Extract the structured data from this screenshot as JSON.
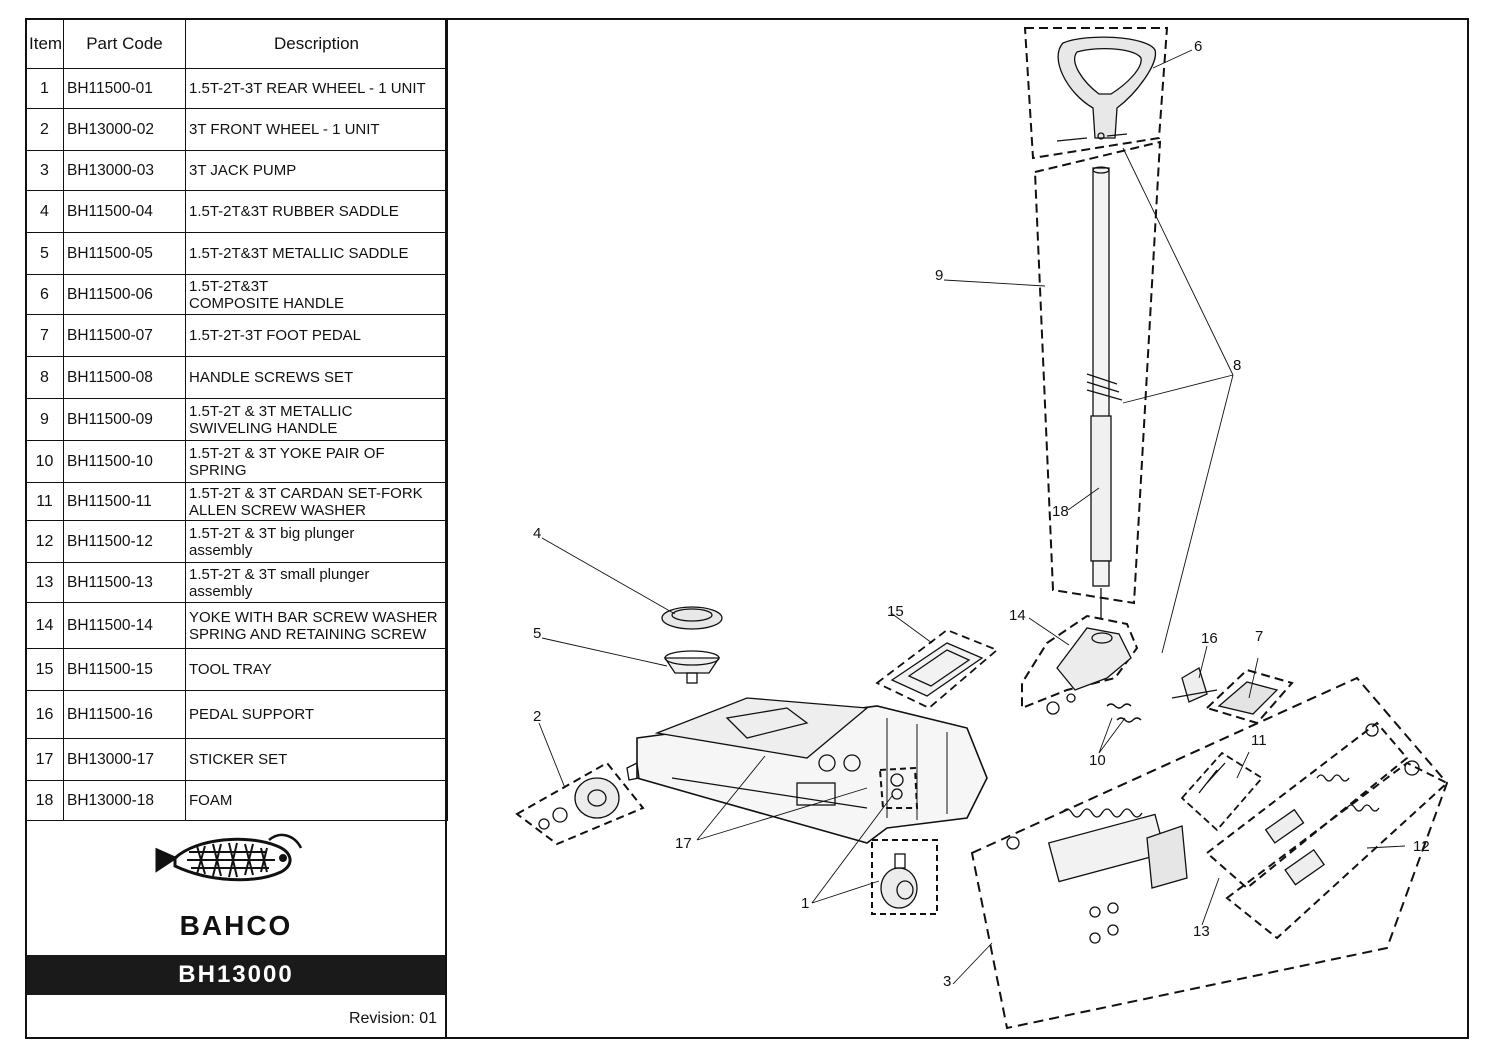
{
  "table": {
    "headers": {
      "item": "Item",
      "code": "Part Code",
      "desc": "Description"
    },
    "rows": [
      {
        "item": "1",
        "code": "BH11500-01",
        "desc": "1.5T-2T-3T REAR WHEEL - 1 UNIT"
      },
      {
        "item": "2",
        "code": "BH13000-02",
        "desc": "3T FRONT WHEEL - 1 UNIT"
      },
      {
        "item": "3",
        "code": "BH13000-03",
        "desc": "3T  JACK PUMP"
      },
      {
        "item": "4",
        "code": "BH11500-04",
        "desc": "1.5T-2T&3T RUBBER SADDLE"
      },
      {
        "item": "5",
        "code": "BH11500-05",
        "desc": "1.5T-2T&3T METALLIC SADDLE"
      },
      {
        "item": "6",
        "code": "BH11500-06",
        "desc": "1.5T-2T&3T\nCOMPOSITE HANDLE"
      },
      {
        "item": "7",
        "code": "BH11500-07",
        "desc": "1.5T-2T-3T FOOT PEDAL"
      },
      {
        "item": "8",
        "code": "BH11500-08",
        "desc": "HANDLE SCREWS SET"
      },
      {
        "item": "9",
        "code": "BH11500-09",
        "desc": "1.5T-2T & 3T METALLIC\nSWIVELING HANDLE"
      },
      {
        "item": "10",
        "code": "BH11500-10",
        "desc": "1.5T-2T & 3T YOKE PAIR OF\n SPRING"
      },
      {
        "item": "11",
        "code": "BH11500-11",
        "desc": "1.5T-2T & 3T CARDAN SET-FORK\n ALLEN SCREW WASHER"
      },
      {
        "item": "12",
        "code": "BH11500-12",
        "desc": "1.5T-2T & 3T big plunger\nassembly"
      },
      {
        "item": "13",
        "code": "BH11500-13",
        "desc": "1.5T-2T & 3T small plunger\nassembly"
      },
      {
        "item": "14",
        "code": "BH11500-14",
        "desc": "YOKE WITH BAR SCREW WASHER\nSPRING AND RETAINING SCREW"
      },
      {
        "item": "15",
        "code": "BH11500-15",
        "desc": "TOOL TRAY"
      },
      {
        "item": "16",
        "code": "BH11500-16",
        "desc": "PEDAL SUPPORT"
      },
      {
        "item": "17",
        "code": "BH13000-17",
        "desc": "STICKER SET"
      },
      {
        "item": "18",
        "code": "BH13000-18",
        "desc": "FOAM"
      }
    ]
  },
  "brand": {
    "name": "BAHCO",
    "model": "BH13000",
    "revision": "Revision: 01"
  },
  "callouts": [
    "1",
    "2",
    "3",
    "4",
    "5",
    "6",
    "7",
    "8",
    "9",
    "10",
    "11",
    "12",
    "13",
    "14",
    "15",
    "16",
    "17",
    "18"
  ]
}
